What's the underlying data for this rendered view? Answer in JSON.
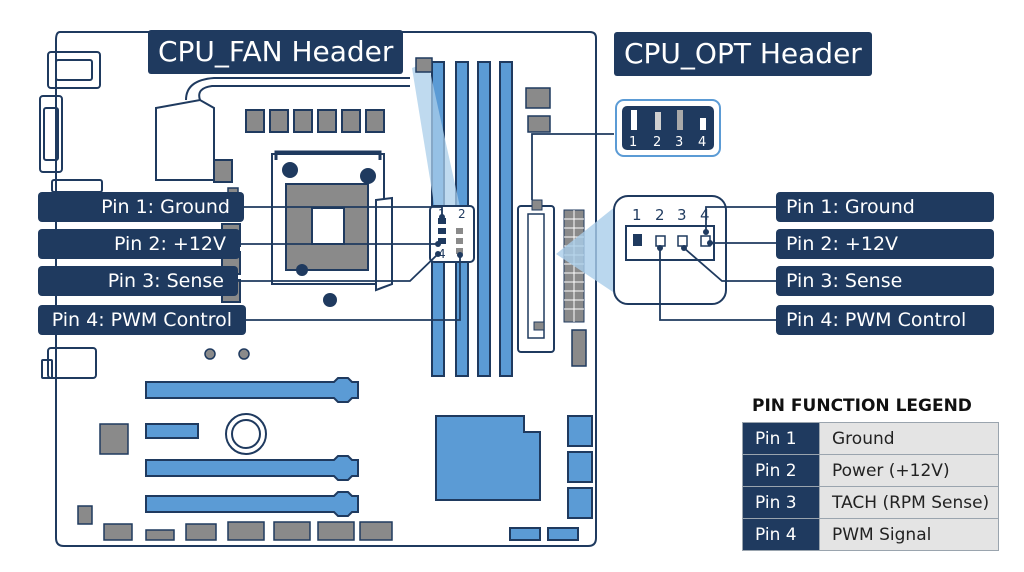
{
  "titles": {
    "cpu_fan": "CPU_FAN Header",
    "cpu_opt": "CPU_OPT Header"
  },
  "left_pin_labels": [
    "Pin 1: Ground",
    "Pin 2: +12V",
    "Pin 3: Sense",
    "Pin 4: PWM Control"
  ],
  "right_pin_labels": [
    "Pin 1: Ground",
    "Pin 2: +12V",
    "Pin 3: Sense",
    "Pin 4: PWM Control"
  ],
  "header_pin_numbers": [
    "1",
    "2",
    "3",
    "4"
  ],
  "legend": {
    "title": "PIN FUNCTION LEGEND",
    "rows": [
      {
        "pin": "Pin 1",
        "function": "Ground"
      },
      {
        "pin": "Pin 2",
        "function": "Power (+12V)"
      },
      {
        "pin": "Pin 3",
        "function": "TACH (RPM Sense)"
      },
      {
        "pin": "Pin 4",
        "function": "PWM Signal"
      }
    ]
  },
  "colors": {
    "navy": "#1f3a5f",
    "slot_blue": "#5b9bd5",
    "light_blue": "#a9cdea",
    "outline": "#1f3a5f",
    "component_gray": "#8a8a8a"
  }
}
